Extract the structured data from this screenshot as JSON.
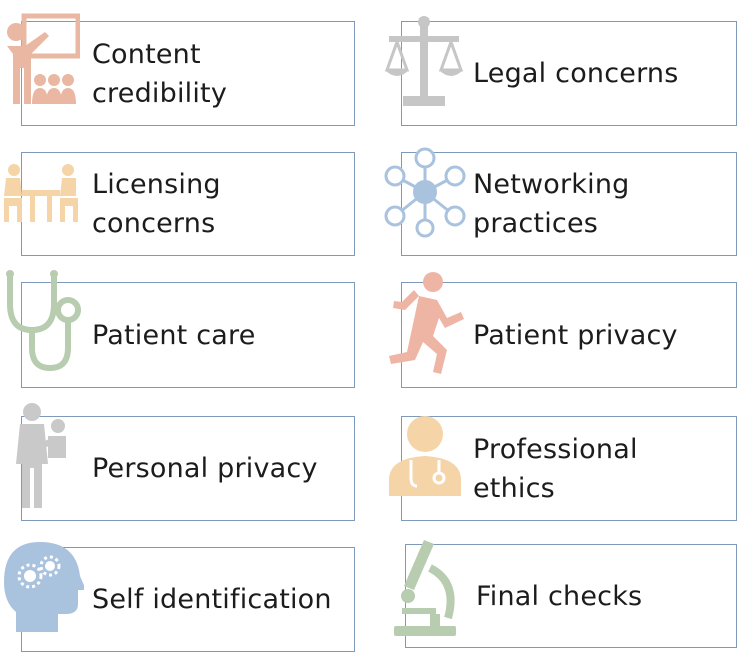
{
  "diagram": {
    "items": [
      {
        "label": "Content\ncredibility",
        "icon": "teacher-presentation-icon",
        "color": "#eab8a2"
      },
      {
        "label": "Legal concerns",
        "icon": "scales-of-justice-icon",
        "color": "#c6c6c6"
      },
      {
        "label": "Licensing\nconcerns",
        "icon": "meeting-table-icon",
        "color": "#f5d4a8"
      },
      {
        "label": "Networking\npractices",
        "icon": "network-people-icon",
        "color": "#a9c2de"
      },
      {
        "label": "Patient care",
        "icon": "stethoscope-icon",
        "color": "#b8ccb0"
      },
      {
        "label": "Patient privacy",
        "icon": "running-person-icon",
        "color": "#eeb5a5"
      },
      {
        "label": "Personal privacy",
        "icon": "person-holding-child-icon",
        "color": "#c9c9c9"
      },
      {
        "label": "Professional\nethics",
        "icon": "doctor-icon",
        "color": "#f5d4a8"
      },
      {
        "label": "Self identification",
        "icon": "head-gears-icon",
        "color": "#a9c2de"
      },
      {
        "label": "Final checks",
        "icon": "microscope-icon",
        "color": "#b8ccb0"
      }
    ],
    "border_color": "#7f9ab8"
  }
}
